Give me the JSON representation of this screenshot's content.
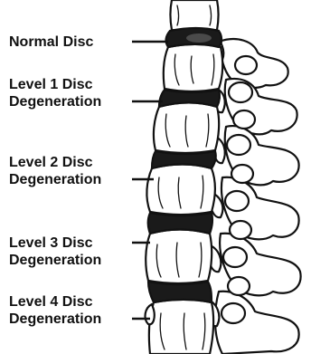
{
  "labels": {
    "normal": {
      "line1": "Normal Disc"
    },
    "level1": {
      "line1": "Level 1 Disc",
      "line2": "Degeneration"
    },
    "level2": {
      "line1": "Level 2 Disc",
      "line2": "Degeneration"
    },
    "level3": {
      "line1": "Level 3 Disc",
      "line2": "Degeneration"
    },
    "level4": {
      "line1": "Level 4 Disc",
      "line2": "Degeneration"
    }
  },
  "colors": {
    "ink": "#111111",
    "bone": "#ffffff",
    "disc": "#1a1a1a"
  }
}
